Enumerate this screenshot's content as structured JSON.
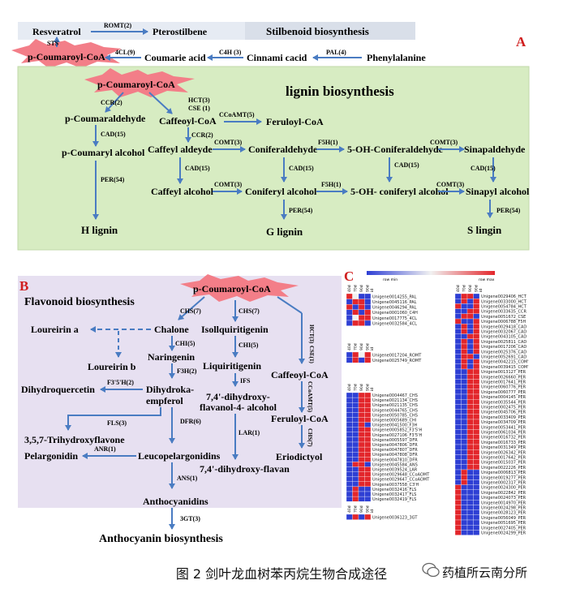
{
  "panel_a": {
    "letter": "A",
    "stilbenoid_title": "Stilbenoid biosynthesis",
    "lignin_title": "lignin biosynthesis",
    "nodes": {
      "resveratrol": "Resveratrol",
      "pterostilbene": "Pterostilbene",
      "pcoumaroyl_top": "p-Coumaroyl-CoA",
      "coumarie_acid": "Coumarie acid",
      "cinnami_acid": "Cinnami cacid",
      "phenylalanine": "Phenylalanine",
      "pcoumaroyl_lig": "p-Coumaroyl-CoA",
      "pcoumaraldehyde": "p-Coumaraldehyde",
      "pcoumaryl_alcohol": "p-Coumaryl alcohol",
      "h_lignin": "H lignin",
      "caffeoyl_coa": "Caffeoyl-CoA",
      "feruloyl_coa": "Feruloyl-CoA",
      "caffeyl_aldeyde": "Caffeyl aldeyde",
      "coniferaldehyde": "Coniferaldehyde",
      "oh_coniferaldehyde": "5-OH-Coniferaldehyde",
      "sinapaldehyde": "Sinapaldehyde",
      "caffeyl_alcohol": "Caffeyl alcohol",
      "coniferyl_alcohol": "Coniferyl alcohol",
      "oh_coniferyl_alcohol": "5-OH- coniferyl alcohol",
      "sinapyl_alcohol": "Sinapyl alcohol",
      "g_lignin": "G lignin",
      "s_lignin": "S lingin"
    },
    "enzymes": {
      "romt": "ROMT(2)",
      "sts": "STS",
      "fourcl": "4CL(9)",
      "c4h": "C4H (3)",
      "pal": "PAL(4)",
      "ccr_a": "CCR(2)",
      "hct_a": "HCT(3)",
      "cse": "CSE (1)",
      "ccoaomt": "CCoAMT(5)",
      "cad_a": "CAD(15)",
      "per_a": "PER(54)",
      "ccr_b": "CCR(2)",
      "comt_a": "COMT(3)",
      "f5h_a": "F5H(1)",
      "comt_b": "COMT(3)",
      "cad_b": "CAD(15)",
      "cad_c": "CAD(15)",
      "cad_d": "CAD(15)",
      "cad_e": "CAD(15)",
      "comt_c": "COMT(3)",
      "f5h_b": "F5H(1)",
      "comt_d": "COMT(3)",
      "per_b": "PER(54)",
      "per_c": "PER(54)"
    }
  },
  "panel_b": {
    "letter": "B",
    "title": "Flavonoid biosynthesis",
    "nodes": {
      "pcoumaroyl": "p-Coumaroyl-CoA",
      "loureirin_a": "Loureirin a",
      "chalone": "Chalone",
      "isoliquiritigenin": "Isollquiritigenin",
      "loureirin_b": "Loureirin b",
      "naringenin": "Naringenin",
      "liquiritigenin": "Liquiritigenin",
      "caffeoyl_coa": "Caffeoyl-CoA",
      "dihydroquercetin": "Dihydroquercetin",
      "dihydrokaempferol_1": "Dihydroka-",
      "dihydrokaempferol_2": "empferol",
      "dihydroxy_flavanol_1": "7,4'-dihydroxy-",
      "dihydroxy_flavanol_2": "flavanol-4- alcohol",
      "feruloyl_coa": "Feruloyl-CoA",
      "trihydroxyflavone": "3,5,7-Trihydroxyflavone",
      "pelargonidin": "Pelargonidin",
      "leucopelargonidins": "Leucopelargonidins",
      "eriodictyol": "Eriodictyol",
      "dihydroxy_flavan": "7,4'-dihydroxy-flavan",
      "anthocyanidins": "Anthocyanidins",
      "anthocyanin": "Anthocyanin  biosynthesis"
    },
    "enzymes": {
      "chs_a": "CHS(7)",
      "chs_b": "CHS(7)",
      "hct": "HCT(3)",
      "cse": "CSE(1)",
      "chi_a": "CHI(5)",
      "chi_b": "CHI(5)",
      "f3h": "F3H(2)",
      "ifs": "IFS",
      "f35h": "F3'5'H(2)",
      "ccoaomt": "CCoAMT(5)",
      "fls": "FLS(3)",
      "dfr": "DFR(6)",
      "lar": "LAR(1)",
      "chs_c": "CHS(7)",
      "anr": "ANR(1)",
      "ans": "ANS(1)",
      "threegt": "3GT(3)"
    }
  },
  "panel_c": {
    "letter": "C",
    "legend_min": "row min",
    "legend_max": "row max",
    "col_labels": [
      "40d",
      "70d",
      "90d",
      "90d"
    ],
    "id_label": "id",
    "colors": {
      "high": "#e3262b",
      "mid": "#f1f1f1",
      "low": "#2e3fd4",
      "light_red": "#f3b2b2",
      "light_blue": "#b2b9f0"
    },
    "groups": [
      {
        "genes": [
          "Unigene0014255_PAL",
          "Unigene0045116_PAL",
          "Unigene0046294_PAL",
          "Unigene0001060_C4H",
          "Unigene0017775_4CL",
          "Unigene0032584_4CL"
        ],
        "cells": [
          [
            2,
            1,
            0,
            0
          ],
          [
            0,
            2,
            2,
            0
          ],
          [
            2,
            0,
            2,
            0
          ],
          [
            0,
            2,
            0,
            2
          ],
          [
            0,
            1,
            2,
            2
          ],
          [
            0,
            2,
            2,
            0
          ]
        ]
      },
      {
        "genes": [
          "Unigene0017204_ROMT",
          "Unigene0025749_ROMT"
        ],
        "cells": [
          [
            0,
            2,
            1,
            2
          ],
          [
            0,
            2,
            0,
            2
          ]
        ]
      },
      {
        "genes": [
          "Unigene0004467_CHS",
          "Unigene0021134_CHS",
          "Unigene0021135_CHS",
          "Unigene0044765_CHS",
          "Unigene0050785_CHS",
          "Unigene0005689_CHI",
          "Unigene0041500_F3H",
          "Unigene0005852_F3'5'H",
          "Unigene0027106_F3'5'H",
          "Unigene0005597_DFR",
          "Unigene0047806_DFR",
          "Unigene0047807_DFR",
          "Unigene0047808_DFR",
          "Unigene0047810_DFR",
          "Unigene0045584_ANS",
          "Unigene0039524_LAR",
          "Unigene0029648_CCoAOMT",
          "Unigene0029647_CCoAOMT",
          "Unigene0037558_C3'H",
          "Unigene0032416_FLS",
          "Unigene0032417_FLS",
          "Unigene0032419_FLS"
        ],
        "cells": [
          [
            0,
            0,
            2,
            2
          ],
          [
            0,
            0,
            2,
            2
          ],
          [
            0,
            0,
            2,
            2
          ],
          [
            0,
            0,
            2,
            2
          ],
          [
            0,
            0,
            2,
            2
          ],
          [
            0,
            0,
            2,
            2
          ],
          [
            0,
            0,
            2,
            0
          ],
          [
            0,
            0,
            2,
            2
          ],
          [
            0,
            0,
            2,
            2
          ],
          [
            0,
            0,
            2,
            2
          ],
          [
            0,
            0,
            2,
            2
          ],
          [
            0,
            0,
            2,
            2
          ],
          [
            0,
            0,
            2,
            2
          ],
          [
            0,
            0,
            2,
            2
          ],
          [
            0,
            2,
            2,
            0
          ],
          [
            0,
            0,
            2,
            2
          ],
          [
            0,
            0,
            2,
            2
          ],
          [
            0,
            0,
            2,
            2
          ],
          [
            0,
            0,
            2,
            2
          ],
          [
            0,
            2,
            0,
            0
          ],
          [
            0,
            2,
            0,
            0
          ],
          [
            0,
            2,
            0,
            0
          ]
        ]
      },
      {
        "genes": [
          "Unigene0036123_3GT"
        ],
        "cells": [
          [
            0,
            2,
            0,
            2
          ]
        ]
      },
      {
        "genes": [
          "Unigene0029406_HCT",
          "Unigene0033000_HCT",
          "Unigene0054784_HCT",
          "Unigene0033635_CCR",
          "Unigene0051672_CSE",
          "Unigene0006788_F5H",
          "Unigene0029418_CAD",
          "Unigene0032067_CAD",
          "Unigene0043105_CAD",
          "Unigene0025811_CAD",
          "Unigene0017206_CAD",
          "Unigene0025376_CAD",
          "Unigene0052691_CAD",
          "Unigene0042215_COM'",
          "Unigene0039415_COM'",
          "Unigene0013127_PER",
          "Unigene0026660_PER",
          "Unigene0017641_PER",
          "Unigene0060776_PER",
          "Unigene0060777_PER",
          "Unigene0004145_PER",
          "Unigene0035544_PER",
          "Unigene0002475_PER",
          "Unigene0045706_PER",
          "Unigene0033409_PER",
          "Unigene0034709_PER",
          "Unigene0053441_PER",
          "Unigene0061034_PER",
          "Unigene0016732_PER",
          "Unigene0016733_PER",
          "Unigene0031349_PER",
          "Unigene0026342_PER",
          "Unigene0017642_PER",
          "Unigene0015037_PER",
          "Unigene0022226_PER",
          "Unigene0006813_PER",
          "Unigene0019277_PER",
          "Unigene0002317_PER",
          "Unigene0024300_PER",
          "Unigene0022842_PER",
          "Unigene0024073_PER",
          "Unigene0014970_PER",
          "Unigene0024298_PER",
          "Unigene0028123_PER",
          "Unigene0056049_PER",
          "Unigene0051695_PER",
          "Unigene0027405_PER",
          "Unigene0024299_PER"
        ],
        "cells": [
          [
            0,
            2,
            2,
            0
          ],
          [
            0,
            2,
            0,
            2
          ],
          [
            2,
            0,
            0,
            2
          ],
          [
            0,
            0,
            2,
            2
          ],
          [
            0,
            2,
            2,
            0
          ],
          [
            2,
            0,
            0,
            2
          ],
          [
            0,
            2,
            0,
            2
          ],
          [
            0,
            2,
            0,
            2
          ],
          [
            0,
            0,
            2,
            2
          ],
          [
            0,
            2,
            0,
            2
          ],
          [
            0,
            2,
            0,
            2
          ],
          [
            0,
            2,
            0,
            2
          ],
          [
            0,
            2,
            2,
            0
          ],
          [
            0,
            2,
            0,
            2
          ],
          [
            0,
            2,
            0,
            2
          ],
          [
            0,
            0,
            2,
            2
          ],
          [
            0,
            0,
            2,
            2
          ],
          [
            0,
            0,
            2,
            2
          ],
          [
            0,
            0,
            2,
            2
          ],
          [
            0,
            0,
            2,
            2
          ],
          [
            0,
            0,
            2,
            2
          ],
          [
            0,
            0,
            2,
            2
          ],
          [
            0,
            0,
            2,
            2
          ],
          [
            0,
            0,
            2,
            2
          ],
          [
            0,
            0,
            2,
            2
          ],
          [
            0,
            0,
            2,
            2
          ],
          [
            0,
            0,
            2,
            2
          ],
          [
            0,
            0,
            2,
            2
          ],
          [
            0,
            0,
            2,
            2
          ],
          [
            0,
            0,
            2,
            2
          ],
          [
            0,
            0,
            2,
            2
          ],
          [
            0,
            0,
            2,
            2
          ],
          [
            0,
            0,
            2,
            2
          ],
          [
            0,
            0,
            2,
            2
          ],
          [
            0,
            0,
            2,
            2
          ],
          [
            0,
            2,
            0,
            0
          ],
          [
            0,
            2,
            0,
            0
          ],
          [
            0,
            2,
            0,
            0
          ],
          [
            2,
            0,
            0,
            0
          ],
          [
            2,
            0,
            0,
            0
          ],
          [
            2,
            0,
            0,
            0
          ],
          [
            2,
            0,
            0,
            0
          ],
          [
            2,
            0,
            0,
            0
          ],
          [
            2,
            0,
            0,
            0
          ],
          [
            2,
            0,
            0,
            0
          ],
          [
            2,
            0,
            0,
            0
          ],
          [
            2,
            0,
            0,
            0
          ],
          [
            2,
            0,
            0,
            0
          ]
        ]
      }
    ]
  },
  "caption": "图 2  剑叶龙血树苯丙烷生物合成途径",
  "watermark": "药植所云南分所"
}
